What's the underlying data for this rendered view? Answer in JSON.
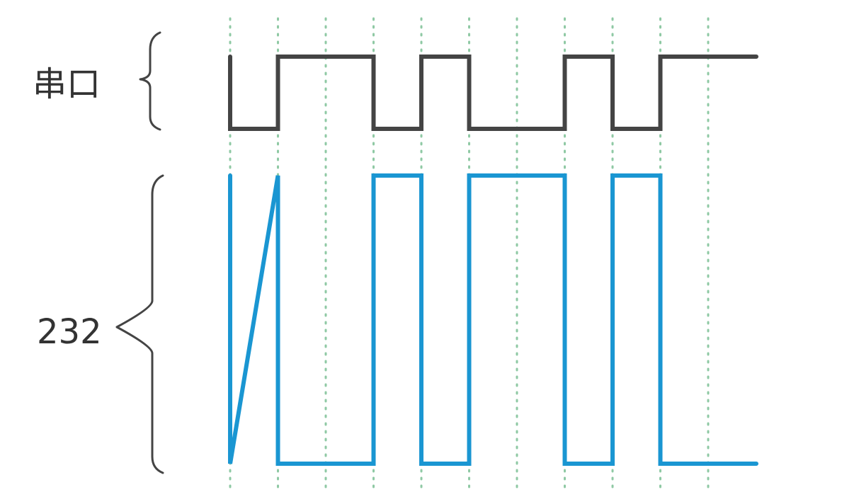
{
  "labels": {
    "serial": "串口",
    "rs232": "232"
  },
  "signals": {
    "bits": [
      0,
      1,
      1,
      0,
      1,
      0,
      0,
      1,
      0,
      1,
      1
    ],
    "serial_color": "#444444",
    "rs232_color": "#1a96d2",
    "gridline_color": "#8fc9a4"
  }
}
